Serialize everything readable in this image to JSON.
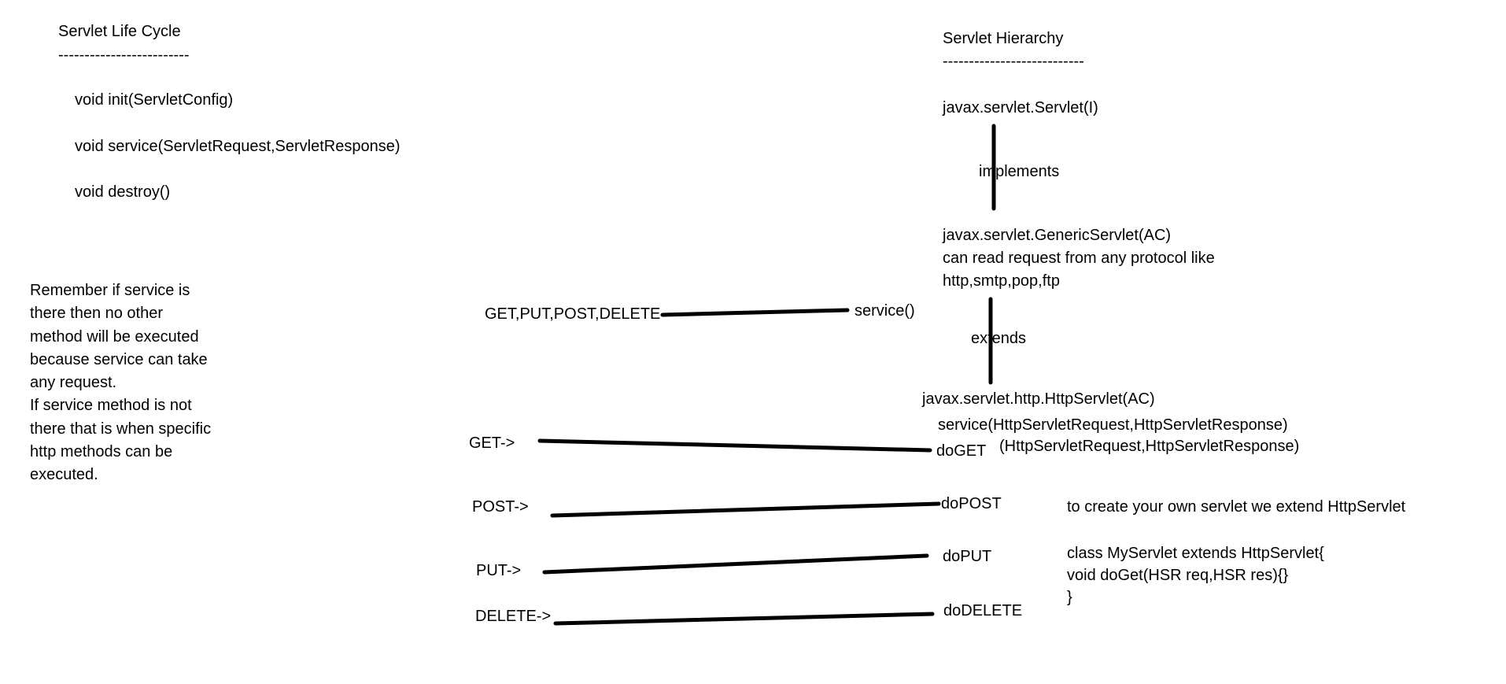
{
  "lifecycle": {
    "title": "Servlet Life Cycle",
    "underline": "-------------------------",
    "methods": [
      "void init(ServletConfig)",
      "void service(ServletRequest,ServletResponse)",
      "void destroy()"
    ]
  },
  "note": {
    "lines": [
      "Remember if service is",
      "there then no other",
      "method will be executed",
      "because service can take",
      "any request.",
      "If service method is not",
      "there that is when specific",
      "http methods can be",
      "executed."
    ]
  },
  "hierarchy": {
    "title": "Servlet Hierarchy",
    "underline": "---------------------------",
    "servlet": "javax.servlet.Servlet(I)",
    "implements": "implements",
    "generic": "javax.servlet.GenericServlet(AC)",
    "generic_desc_1": "can read request from any protocol like",
    "generic_desc_2": "http,smtp,pop,ftp",
    "extends": "extends",
    "http": "javax.servlet.http.HttpServlet(AC)",
    "http_service": "service(HttpServletRequest,HttpServletResponse)",
    "doget_params": "(HttpServletRequest,HttpServletResponse)"
  },
  "dispatch": {
    "all_methods": "GET,PUT,POST,DELETE",
    "service": "service()",
    "get": "GET->",
    "doget": "doGET",
    "post": "POST->",
    "dopost": "doPOST",
    "put": "PUT->",
    "doput": "doPUT",
    "delete": "DELETE->",
    "dodelete": "doDELETE"
  },
  "custom": {
    "intro": "to create your own servlet we extend HttpServlet",
    "code": [
      "class MyServlet extends HttpServlet{",
      "void doGet(HSR req,HSR res){}",
      "}"
    ]
  }
}
